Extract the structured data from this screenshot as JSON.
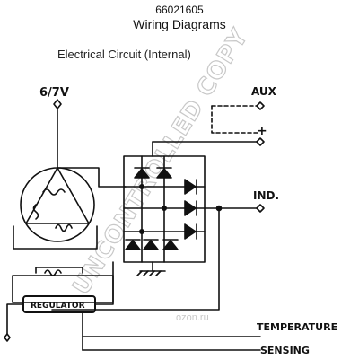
{
  "header": {
    "part_number": "66021605",
    "title": "Wiring Diagrams",
    "subtitle": "Electrical Circuit (Internal)"
  },
  "diagram": {
    "terminal_6_7v": "6/7V",
    "terminal_aux": "AUX",
    "terminal_plus": "+",
    "terminal_ind": "IND.",
    "regulator_label": "REGULATOR",
    "temperature_line1": "TEMPERATURE",
    "temperature_line2": "SENSING"
  },
  "watermark": {
    "text": "UNCONTROLLED COPY",
    "source": "ozon.ru"
  },
  "colors": {
    "ink": "#111111",
    "watermark": "#c8c8c8"
  }
}
